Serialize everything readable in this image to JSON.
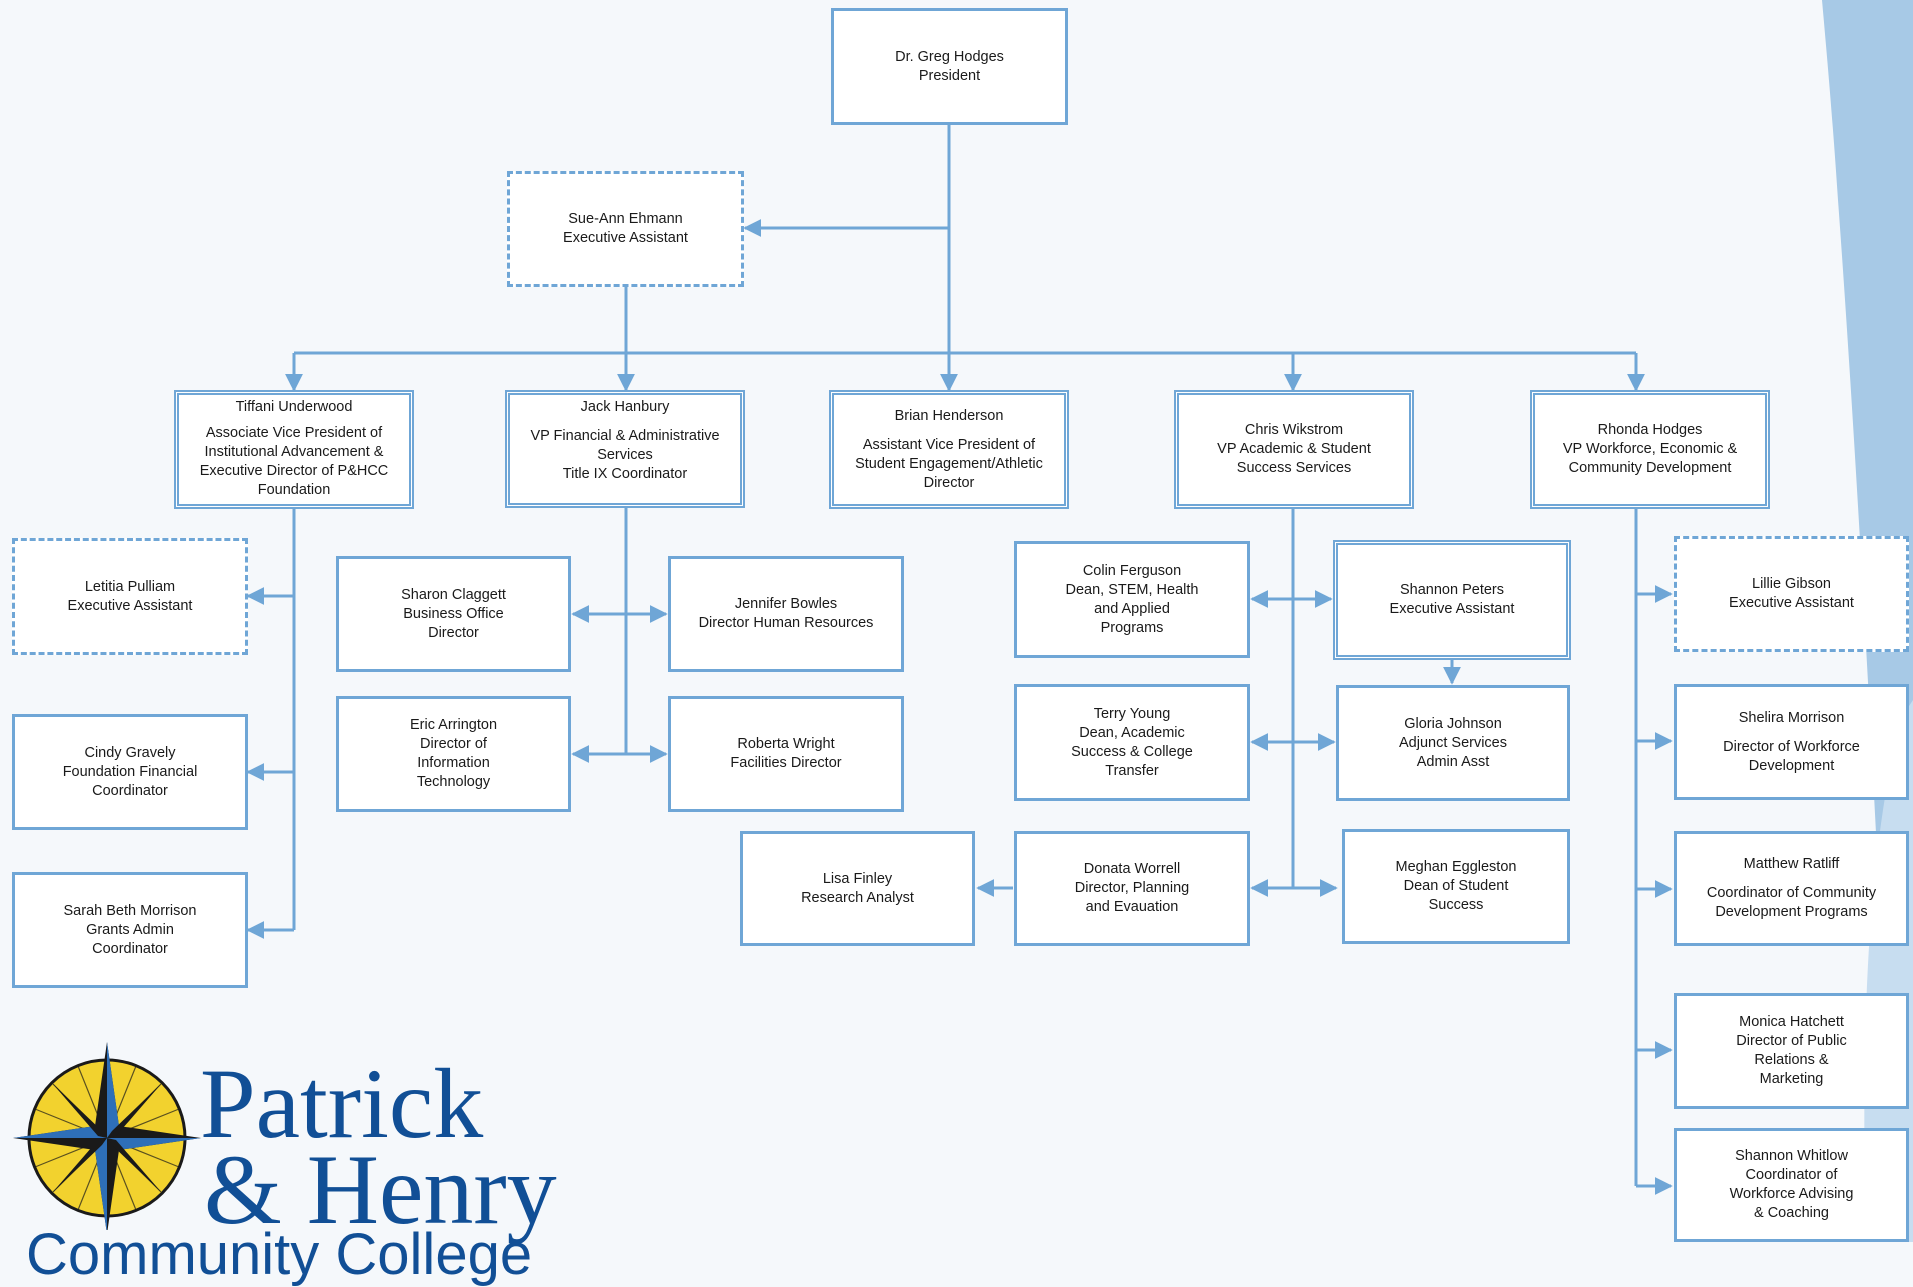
{
  "colors": {
    "background": "#f5f8fb",
    "box_border": "#6fa6d6",
    "connector": "#6fa6d6",
    "accent_swoosh": "#a7c9e6",
    "logo_blue": "#114f96",
    "logo_yellow": "#f2d22e"
  },
  "people": {
    "president": {
      "name": "Dr. Greg Hodges",
      "title": "President"
    },
    "exec_assistant_president": {
      "name": "Sue-Ann Ehmann",
      "title": "Executive Assistant"
    },
    "underwood": {
      "name": "Tiffani Underwood",
      "title": "Associate Vice President of\nInstitutional Advancement &\nExecutive Director of P&HCC\nFoundation"
    },
    "hanbury": {
      "name": "Jack Hanbury",
      "title": "VP Financial & Administrative\nServices\nTitle IX Coordinator"
    },
    "henderson": {
      "name": "Brian Henderson",
      "title": "Assistant Vice President of\nStudent Engagement/Athletic\nDirector"
    },
    "wikstrom": {
      "name": "Chris Wikstrom",
      "title": "VP Academic & Student\nSuccess Services"
    },
    "rhodges": {
      "name": "Rhonda Hodges",
      "title": "VP Workforce, Economic &\nCommunity Development"
    },
    "pulliam": {
      "name": "Letitia Pulliam",
      "title": "Executive Assistant"
    },
    "gravely": {
      "name": "Cindy Gravely",
      "title": "Foundation Financial\nCoordinator"
    },
    "morrison_sb": {
      "name": "Sarah Beth Morrison",
      "title": "Grants Admin\nCoordinator"
    },
    "claggett": {
      "name": "Sharon Claggett",
      "title": "Business Office\nDirector"
    },
    "bowles": {
      "name": "Jennifer Bowles",
      "title": "Director Human Resources"
    },
    "arrington": {
      "name": "Eric Arrington",
      "title": "Director of\nInformation\nTechnology"
    },
    "wright": {
      "name": "Roberta Wright",
      "title": "Facilities Director"
    },
    "ferguson": {
      "name": "Colin Ferguson",
      "title": "Dean, STEM, Health\nand Applied\nPrograms"
    },
    "peters": {
      "name": "Shannon Peters",
      "title": "Executive Assistant"
    },
    "young": {
      "name": "Terry Young",
      "title": "Dean, Academic\nSuccess & College\nTransfer"
    },
    "johnson": {
      "name": "Gloria Johnson",
      "title": "Adjunct Services\nAdmin Asst"
    },
    "finley": {
      "name": "Lisa Finley",
      "title": "Research Analyst"
    },
    "worrell": {
      "name": "Donata Worrell",
      "title": "Director, Planning\nand Evauation"
    },
    "eggleston": {
      "name": "Meghan Eggleston",
      "title": "Dean of Student\nSuccess"
    },
    "gibson": {
      "name": "Lillie Gibson",
      "title": "Executive Assistant"
    },
    "morrison_s": {
      "name": "Shelira Morrison",
      "title": "Director of Workforce\nDevelopment"
    },
    "ratliff": {
      "name": "Matthew Ratliff",
      "title": "Coordinator of Community\nDevelopment Programs"
    },
    "hatchett": {
      "name": "Monica Hatchett",
      "title": "Director of Public\nRelations &\nMarketing"
    },
    "whitlow": {
      "name": "Shannon Whitlow",
      "title": "Coordinator of\nWorkforce Advising\n& Coaching"
    }
  },
  "logo": {
    "line1": "Patrick",
    "line2": "& Henry",
    "line3": "Community College"
  }
}
